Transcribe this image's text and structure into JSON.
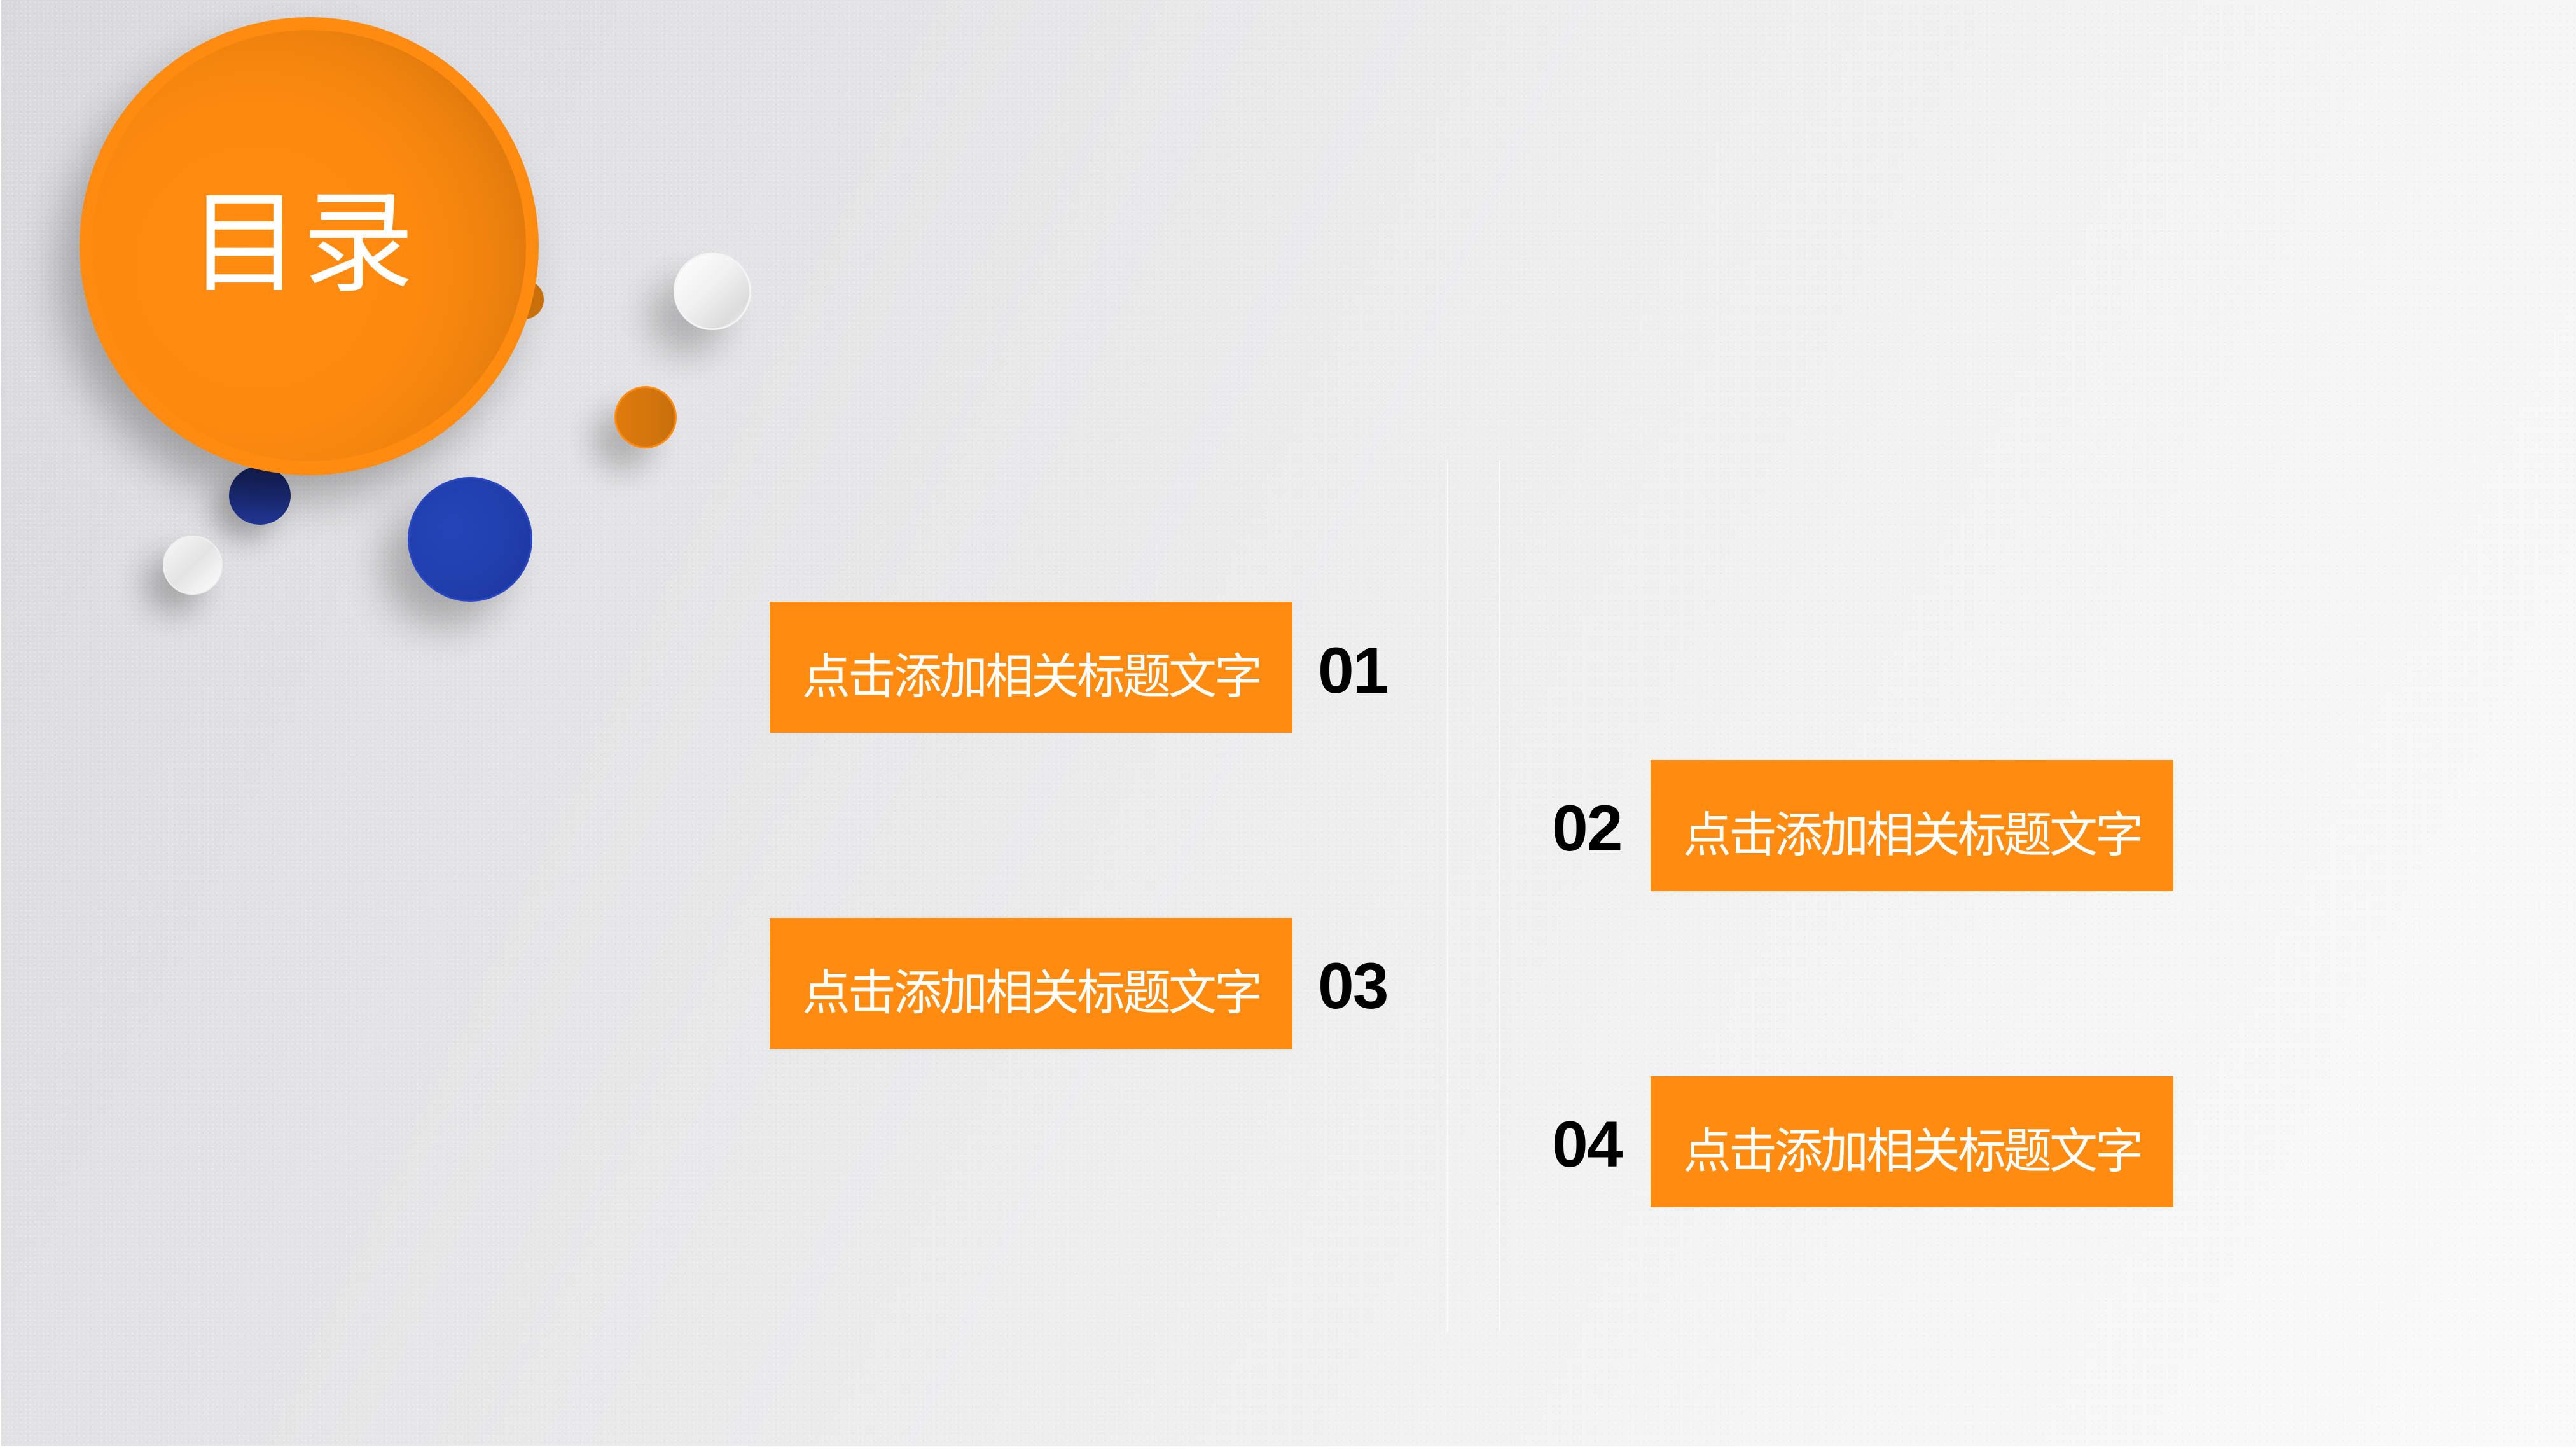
{
  "slide": {
    "title": "目录",
    "colors": {
      "accent_orange": "#FF8C10",
      "dark_orange": "#D2730B",
      "blue": "#2140AE",
      "navy": "#1D2F80",
      "number_text": "#000000",
      "box_text": "#FFFFFF",
      "background_left": "#D9D9DC",
      "background_right": "#FAFAFA"
    },
    "decorations": [
      {
        "name": "main-orange-circle",
        "color": "#FF8C10"
      },
      {
        "name": "white-circle-top",
        "color": "#F1F1F1"
      },
      {
        "name": "small-orange-circle",
        "color": "#D4760B"
      },
      {
        "name": "hidden-orange-circle",
        "color": "#E57E0C"
      },
      {
        "name": "navy-circle",
        "color": "#1D2F80"
      },
      {
        "name": "white-circle-bottom",
        "color": "#EEEEEE"
      },
      {
        "name": "blue-circle",
        "color": "#2140AE"
      }
    ]
  },
  "items": [
    {
      "number": "01",
      "label": "点击添加相关标题文字",
      "side": "left"
    },
    {
      "number": "02",
      "label": "点击添加相关标题文字",
      "side": "right"
    },
    {
      "number": "03",
      "label": "点击添加相关标题文字",
      "side": "left"
    },
    {
      "number": "04",
      "label": "点击添加相关标题文字",
      "side": "right"
    }
  ]
}
